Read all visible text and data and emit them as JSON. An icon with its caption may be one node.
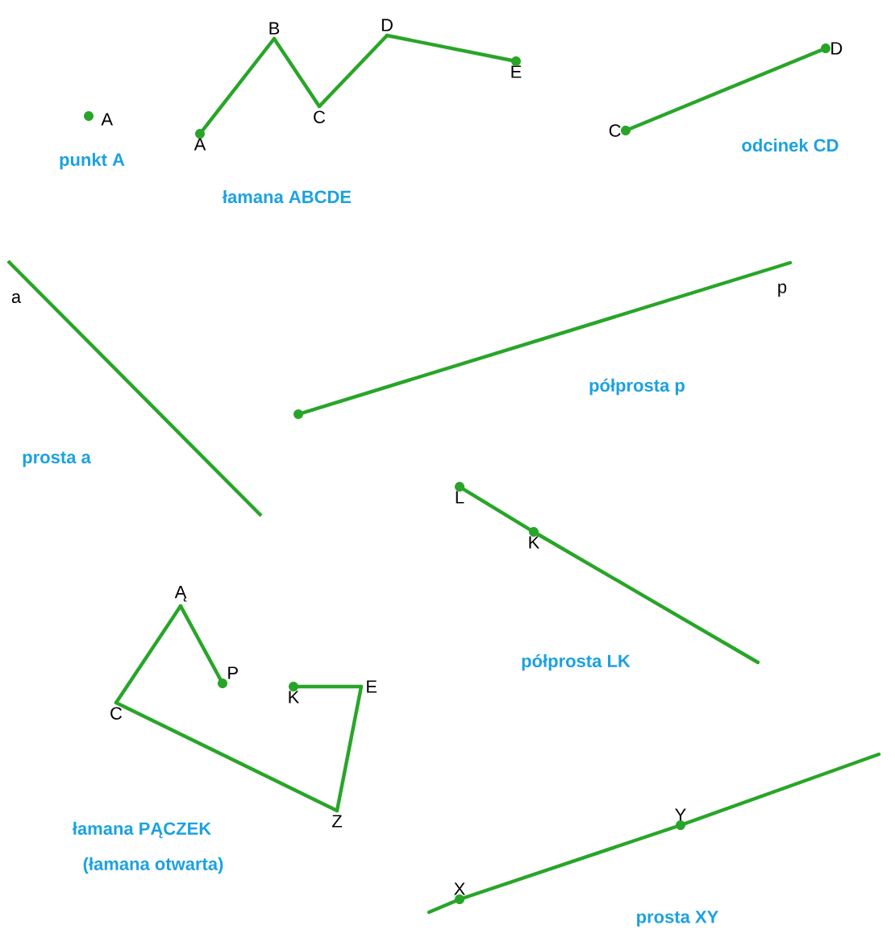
{
  "diagram": {
    "nodes": [
      {
        "text": [
          "A"
        ]
      },
      {
        "text": [
          "A"
        ]
      },
      {
        "text": [
          "B"
        ]
      },
      {
        "text": [
          "C"
        ]
      },
      {
        "text": [
          "D"
        ]
      },
      {
        "text": [
          "E"
        ]
      },
      {
        "text": [
          "C"
        ]
      },
      {
        "text": [
          "D"
        ]
      },
      {
        "text": [],
        "shape": "circle"
      },
      {
        "text": [
          "L"
        ]
      },
      {
        "text": [
          "K"
        ]
      },
      {
        "text": [
          "Ą"
        ]
      },
      {
        "text": [
          "P"
        ]
      },
      {
        "text": [
          "C"
        ]
      },
      {
        "text": [
          "Z"
        ]
      },
      {
        "text": [
          "E"
        ]
      },
      {
        "text": [
          "K"
        ]
      },
      {
        "text": [
          "X"
        ]
      },
      {
        "text": [
          "Y"
        ]
      }
    ],
    "edges": [
      {
        "from": 1,
        "to": 2,
        "arrow": "none"
      },
      {
        "from": 2,
        "to": 3,
        "arrow": "none"
      },
      {
        "from": 3,
        "to": 4,
        "arrow": "none"
      },
      {
        "from": 4,
        "to": 5,
        "arrow": "none"
      },
      {
        "from": 6,
        "to": 7,
        "arrow": "none"
      },
      {
        "from": 8,
        "to": null,
        "arrow": "none"
      },
      {
        "from": 9,
        "to": 10,
        "arrow": "none"
      },
      {
        "from": 10,
        "to": null,
        "arrow": "none"
      },
      {
        "from": 12,
        "to": 11,
        "arrow": "none"
      },
      {
        "from": 11,
        "to": 13,
        "arrow": "none"
      },
      {
        "from": 13,
        "to": 14,
        "arrow": "none"
      },
      {
        "from": 14,
        "to": 15,
        "arrow": "none"
      },
      {
        "from": 15,
        "to": 16,
        "arrow": "none"
      },
      {
        "from": null,
        "to": 17,
        "arrow": "none"
      },
      {
        "from": 17,
        "to": 18,
        "arrow": "none"
      },
      {
        "from": 18,
        "to": null,
        "arrow": "none"
      }
    ],
    "labels": [
      "punkt A",
      "łamana ABCDE",
      "odcinek CD",
      "a",
      "p",
      "półprosta p",
      "prosta a",
      "półprosta LK",
      "łamana PĄCZEK",
      "(łamana otwarta)",
      "prosta XY"
    ]
  }
}
